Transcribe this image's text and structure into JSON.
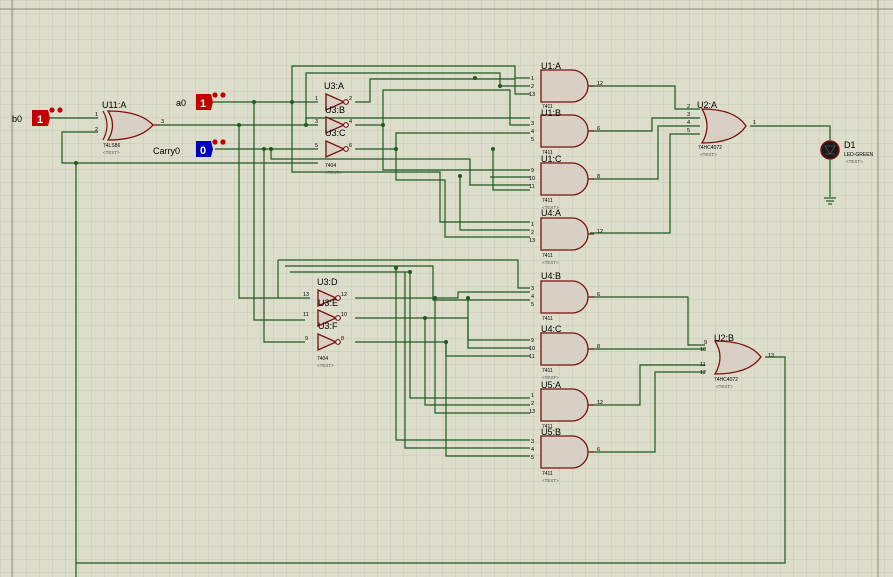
{
  "probes": {
    "b0": {
      "name": "b0",
      "value": "1",
      "color": "#c00000"
    },
    "a0": {
      "name": "a0",
      "value": "1",
      "color": "#c00000"
    },
    "carry0": {
      "name": "Carry0",
      "value": "0",
      "color": "#0000c0"
    }
  },
  "gates": {
    "u11a": {
      "ref": "U11:A",
      "part": "74LS86",
      "text": "<TEXT>",
      "pins": [
        "1",
        "2",
        "3"
      ]
    },
    "u3a": {
      "ref": "U3:A",
      "part": "7404",
      "text": "<TEXT>",
      "pins": [
        "1",
        "2"
      ]
    },
    "u3b": {
      "ref": "U3:B",
      "part": "7404",
      "text": "<TEXT>",
      "pins": [
        "3",
        "4"
      ]
    },
    "u3c": {
      "ref": "U3:C",
      "part": "7404",
      "text": "<TEXT>",
      "pins": [
        "5",
        "6"
      ]
    },
    "u3d": {
      "ref": "U3:D",
      "part": "7404",
      "text": "<TEXT>",
      "pins": [
        "13",
        "12"
      ]
    },
    "u3e": {
      "ref": "U3:E",
      "part": "7404",
      "text": "<TEXT>",
      "pins": [
        "11",
        "10"
      ]
    },
    "u3f": {
      "ref": "U3:F",
      "part": "7404",
      "text": "<TEXT>",
      "pins": [
        "9",
        "8"
      ]
    },
    "u1a": {
      "ref": "U1:A",
      "part": "7411",
      "text": "<TEXT>",
      "pins": [
        "1",
        "2",
        "13",
        "12"
      ]
    },
    "u1b": {
      "ref": "U1:B",
      "part": "7411",
      "text": "<TEXT>",
      "pins": [
        "3",
        "4",
        "5",
        "6"
      ]
    },
    "u1c": {
      "ref": "U1:C",
      "part": "7411",
      "text": "<TEXT>",
      "pins": [
        "9",
        "10",
        "11",
        "8"
      ]
    },
    "u4a": {
      "ref": "U4:A",
      "part": "7411",
      "text": "<TEXT>",
      "pins": [
        "1",
        "2",
        "13",
        "12"
      ]
    },
    "u4b": {
      "ref": "U4:B",
      "part": "7411",
      "text": "<TEXT>",
      "pins": [
        "3",
        "4",
        "5",
        "6"
      ]
    },
    "u4c": {
      "ref": "U4:C",
      "part": "7411",
      "text": "<TEXT>",
      "pins": [
        "9",
        "10",
        "11",
        "8"
      ]
    },
    "u5a": {
      "ref": "U5:A",
      "part": "7411",
      "text": "<TEXT>",
      "pins": [
        "1",
        "2",
        "13",
        "12"
      ]
    },
    "u5b": {
      "ref": "U5:B",
      "part": "7411",
      "text": "<TEXT>",
      "pins": [
        "3",
        "4",
        "5",
        "6"
      ]
    },
    "u2a": {
      "ref": "U2:A",
      "part": "74HC4072",
      "text": "<TEXT>",
      "pins": [
        "2",
        "3",
        "4",
        "5",
        "1"
      ]
    },
    "u2b": {
      "ref": "U2:B",
      "part": "74HC4072",
      "text": "<TEXT>",
      "pins": [
        "9",
        "10",
        "11",
        "12",
        "13"
      ]
    }
  },
  "led": {
    "ref": "D1",
    "part": "LED-GREEN",
    "text": "<TEXT>"
  }
}
